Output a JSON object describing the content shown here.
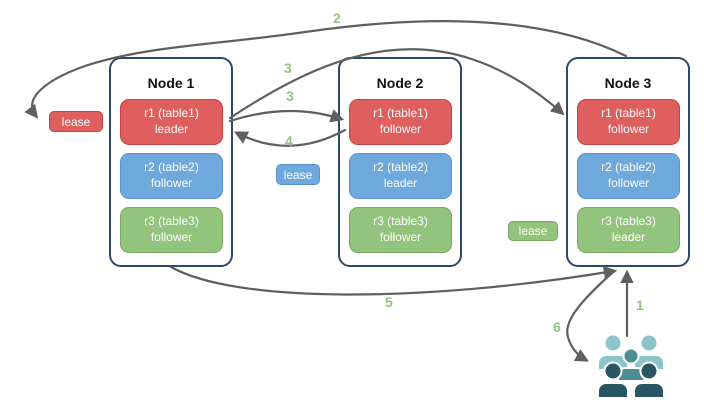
{
  "diagram": {
    "nodes": [
      {
        "title": "Node 1",
        "replicas": [
          {
            "name": "r1 (table1)",
            "role": "leader"
          },
          {
            "name": "r2 (table2)",
            "role": "follower"
          },
          {
            "name": "r3 (table3)",
            "role": "follower"
          }
        ]
      },
      {
        "title": "Node 2",
        "replicas": [
          {
            "name": "r1 (table1)",
            "role": "follower"
          },
          {
            "name": "r2 (table2)",
            "role": "leader"
          },
          {
            "name": "r3 (table3)",
            "role": "follower"
          }
        ]
      },
      {
        "title": "Node 3",
        "replicas": [
          {
            "name": "r1 (table1)",
            "role": "follower"
          },
          {
            "name": "r2 (table2)",
            "role": "follower"
          },
          {
            "name": "r3 (table3)",
            "role": "leader"
          }
        ]
      }
    ],
    "leases": [
      {
        "label": "lease",
        "color": "#df5f5f"
      },
      {
        "label": "lease",
        "color": "#6fa8dc"
      },
      {
        "label": "lease",
        "color": "#93c47d"
      }
    ],
    "steps": {
      "s1": "1",
      "s2": "2",
      "s3_node3": "3",
      "s3_node2": "3",
      "s4": "4",
      "s5": "5",
      "s6": "6"
    },
    "colors": {
      "table1_red": "#df5f5f",
      "table2_blue": "#6fa8dc",
      "table3_green": "#93c47d",
      "node_border": "#2c4a68",
      "arrow_gray": "#5f5f5f",
      "step_label_green": "#93c47d",
      "users_light": "#8bc5c9",
      "users_mid": "#4e8c96",
      "users_dark": "#2a5663"
    }
  }
}
